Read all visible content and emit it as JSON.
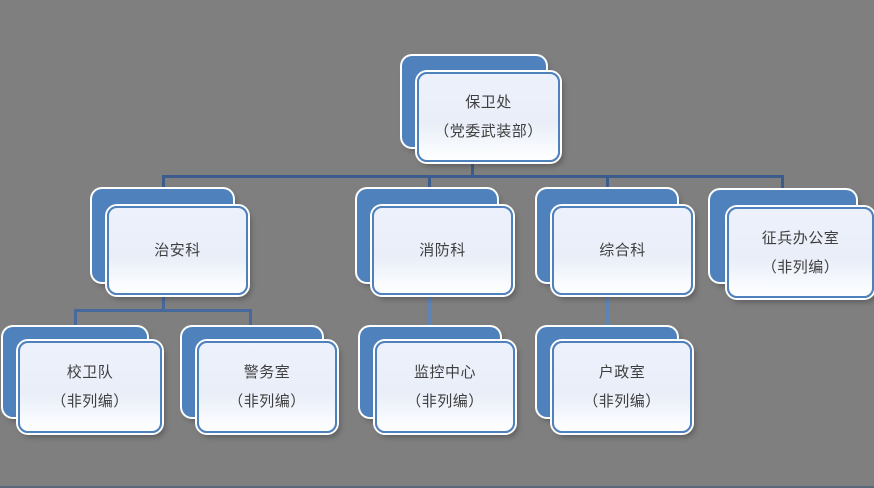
{
  "diagram": {
    "type": "org-chart",
    "language": "zh-CN",
    "colors": {
      "background": "#7f7f7f",
      "card_back_fill": "#4f81bd",
      "card_front_border": "#4f81bd",
      "card_front_fill_top": "#e9eef8",
      "card_front_fill_bottom": "#ffffff",
      "card_outline": "#ffffff",
      "connector_dark": "#3b5c8c",
      "connector_mid": "#48699b",
      "connector_light": "#5d84b5",
      "text": "#3f3f3f"
    }
  },
  "nodes": [
    {
      "id": "root",
      "line1": "保卫处",
      "line2": "（党委武装部）"
    },
    {
      "id": "zhian-ke",
      "line1": "治安科",
      "line2": ""
    },
    {
      "id": "xiaofang-ke",
      "line1": "消防科",
      "line2": ""
    },
    {
      "id": "zonghe-ke",
      "line1": "综合科",
      "line2": ""
    },
    {
      "id": "zhengbing-office",
      "line1": "征兵办公室",
      "line2": "（非列编）"
    },
    {
      "id": "xiaowei-dui",
      "line1": "校卫队",
      "line2": "（非列编）"
    },
    {
      "id": "jingwu-shi",
      "line1": "警务室",
      "line2": "（非列编）"
    },
    {
      "id": "jiankong-center",
      "line1": "监控中心",
      "line2": "（非列编）"
    },
    {
      "id": "huzheng-shi",
      "line1": "户政室",
      "line2": "（非列编）"
    }
  ],
  "hierarchy": {
    "root": "保卫处（党委武装部）",
    "children": [
      {
        "name": "治安科",
        "children": [
          "校卫队（非列编）",
          "警务室（非列编）"
        ]
      },
      {
        "name": "消防科",
        "children": [
          "监控中心（非列编）"
        ]
      },
      {
        "name": "综合科",
        "children": [
          "户政室（非列编）"
        ]
      },
      {
        "name": "征兵办公室（非列编）",
        "children": []
      }
    ]
  }
}
